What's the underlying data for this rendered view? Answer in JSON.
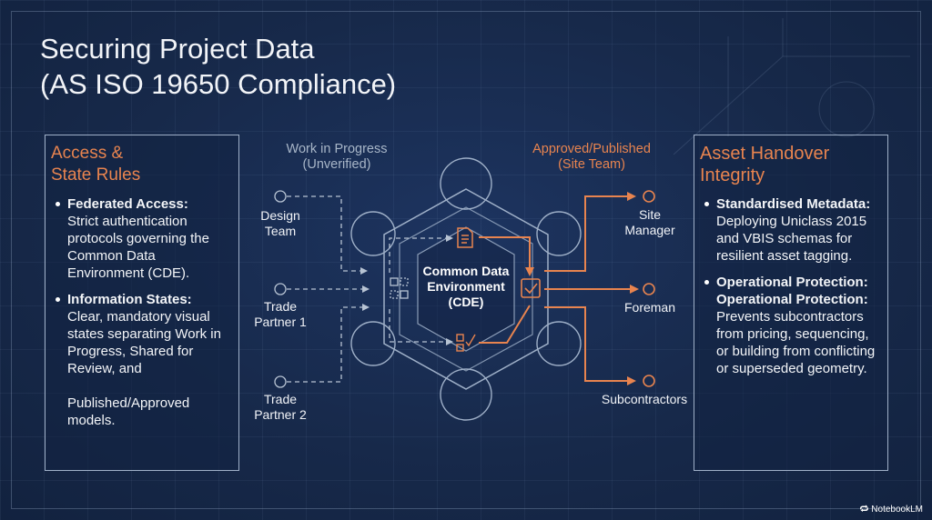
{
  "title": {
    "line1": "Securing Project Data",
    "line2": "(AS ISO 19650 Compliance)"
  },
  "left_panel": {
    "heading_line1": "Access &",
    "heading_line2": "State Rules",
    "bullets": [
      {
        "title": "Federated Access:",
        "text": "Strict authentication protocols governing the Common Data Environment (CDE)."
      },
      {
        "title": "Information States:",
        "text": "Clear, mandatory visual states separating Work in Progress, Shared for Review, and",
        "text_after_gap": "Published/Approved models."
      }
    ]
  },
  "right_panel": {
    "heading_line1": "Asset Handover",
    "heading_line2": "Integrity",
    "bullets": [
      {
        "title": "Standardised Metadata:",
        "text": "Deploying Uniclass 2015 and VBIS schemas for resilient asset tagging."
      },
      {
        "title": "Operational Protection:",
        "title_repeat": "Operational Protection:",
        "text": "Prevents subcontractors from pricing, sequencing, or building from conflicting or superseded geometry."
      }
    ]
  },
  "diagram": {
    "wip_line1": "Work in Progress",
    "wip_line2": "(Unverified)",
    "published_line1": "Approved/Published",
    "published_line2": "(Site Team)",
    "cde_line1": "Common Data",
    "cde_line2": "Environment",
    "cde_line3": "(CDE)",
    "sources": [
      {
        "line1": "Design",
        "line2": "Team"
      },
      {
        "line1": "Trade",
        "line2": "Partner 1"
      },
      {
        "line1": "Trade",
        "line2": "Partner 2"
      }
    ],
    "recipients": [
      {
        "line1": "Site",
        "line2": "Manager"
      },
      {
        "line1": "Foreman",
        "line2": ""
      },
      {
        "line1": "Subcontractors",
        "line2": ""
      }
    ],
    "icons": [
      "document-icon",
      "checkbox-icon",
      "checklist-icon",
      "grid-blocks-icon"
    ]
  },
  "brand": "NotebookLM",
  "colors": {
    "background": "#16294a",
    "accent": "#e8844f",
    "line": "#9fb0c8"
  }
}
